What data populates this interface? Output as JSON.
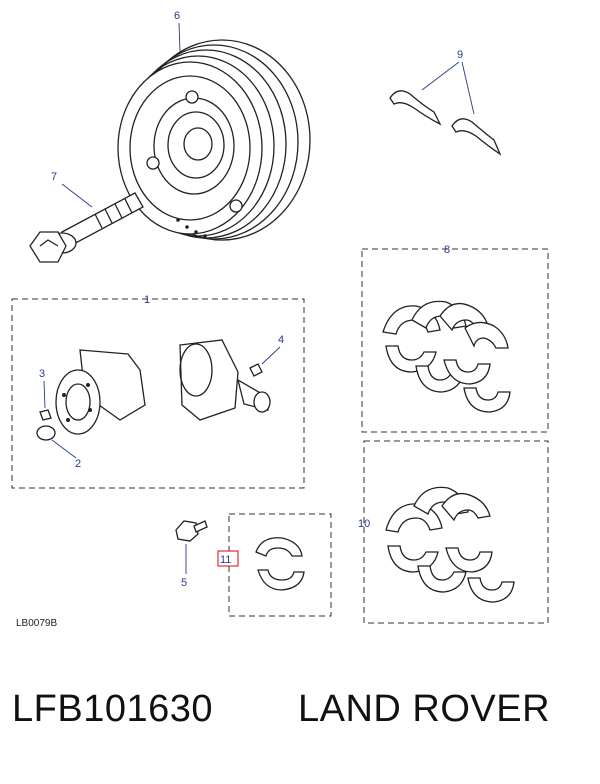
{
  "diagram": {
    "reference_code": "LB0079B",
    "callouts": {
      "c1": "1",
      "c2": "2",
      "c3": "3",
      "c4": "4",
      "c5": "5",
      "c6": "6",
      "c7": "7",
      "c8": "8",
      "c9": "9",
      "c10": "10",
      "c11": "11"
    },
    "highlight_color": "#e0303a",
    "callout_color": "#2a3a8a"
  },
  "footer": {
    "part_number": "LFB101630",
    "brand": "LAND ROVER"
  }
}
